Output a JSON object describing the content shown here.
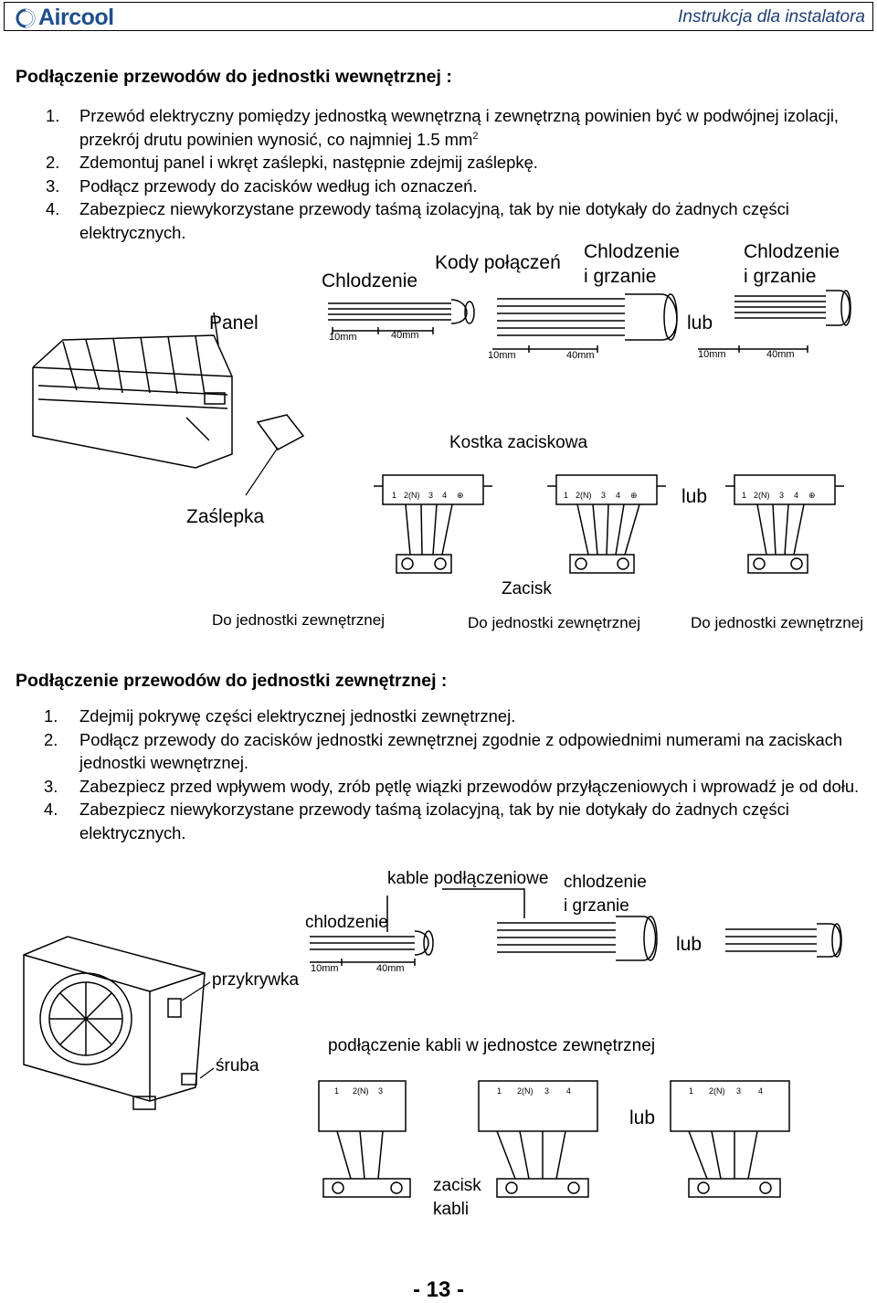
{
  "header": {
    "brand": "Aircool",
    "doc_title": "Instrukcja dla instalatora"
  },
  "indoor": {
    "title": "Podłączenie przewodów do jednostki wewnętrznej :",
    "items": [
      {
        "num": "1.",
        "text": "Przewód elektryczny pomiędzy jednostką wewnętrzną i zewnętrzną powinien być w podwójnej izolacji, przekrój drutu powinien wynosić, co najmniej 1.5 mm",
        "sup": "2"
      },
      {
        "num": "2.",
        "text": "Zdemontuj panel i wkręt zaślepki, następnie zdejmij zaślepkę."
      },
      {
        "num": "3.",
        "text": "Podłącz przewody do zacisków według ich oznaczeń."
      },
      {
        "num": "4.",
        "text": "Zabezpiecz niewykorzystane przewody taśmą izolacyjną, tak by nie dotykały do żadnych części elektrycznych."
      }
    ],
    "figure": {
      "labels": {
        "chlodzenie": "Chlodzenie",
        "kody": "Kody połączeń",
        "chg1_a": "Chlodzenie",
        "chg1_b": "i grzanie",
        "chg2_a": "Chlodzenie",
        "chg2_b": "i grzanie",
        "lub1": "lub",
        "panel": "Panel",
        "zaslepka": "Zaślepka",
        "kostka": "Kostka zaciskowa",
        "lub2": "lub",
        "zacisk": "Zacisk",
        "do1": "Do jednostki zewnętrznej",
        "do2": "Do jednostki zewnętrznej",
        "do3": "Do jednostki zewnętrznej",
        "mm10a": "10mm",
        "mm40a": "40mm",
        "mm10b": "10mm",
        "mm40b": "40mm",
        "mm10c": "10mm",
        "mm40c": "40mm",
        "t_a": [
          "1",
          "2(N)",
          "3",
          "4",
          "⊕"
        ],
        "t_b": [
          "1",
          "2(N)",
          "3",
          "4",
          "⊕"
        ],
        "t_c": [
          "1",
          "2(N)",
          "3",
          "4",
          "⊕"
        ]
      }
    }
  },
  "outdoor": {
    "title": "Podłączenie przewodów do jednostki zewnętrznej :",
    "items": [
      {
        "num": "1.",
        "text": "Zdejmij pokrywę części elektrycznej jednostki zewnętrznej."
      },
      {
        "num": "2.",
        "text": "Podłącz przewody do zacisków jednostki zewnętrznej zgodnie z odpowiednimi numerami na zaciskach jednostki wewnętrznej."
      },
      {
        "num": "3.",
        "text": "Zabezpiecz przed wpływem wody,  zrób pętlę wiązki przewodów przyłączeniowych i wprowadź je od dołu."
      },
      {
        "num": "4.",
        "text": "Zabezpiecz niewykorzystane przewody taśmą izolacyjną, tak by nie dotykały do żadnych części elektrycznych."
      }
    ],
    "figure": {
      "labels": {
        "kable": "kable podłączeniowe",
        "chg_a": "chlodzenie",
        "chg_b": "i grzanie",
        "chlodzenie": "chlodzenie",
        "lub1": "lub",
        "przykrywka": "przykrywka",
        "sruba": "śruba",
        "podl": "podłączenie kabli w jednostce zewnętrznej",
        "lub2": "lub",
        "zacisk_a": "zacisk",
        "zacisk_b": "kabli",
        "mm10": "10mm",
        "mm40": "40mm",
        "t_a": [
          "1",
          "2(N)",
          "3"
        ],
        "t_b": [
          "1",
          "2(N)",
          "3",
          "4"
        ],
        "t_c": [
          "1",
          "2(N)",
          "3",
          "4"
        ]
      }
    }
  },
  "footer": {
    "page": "- 13 -"
  },
  "colors": {
    "brand": "#1f4e8c"
  }
}
